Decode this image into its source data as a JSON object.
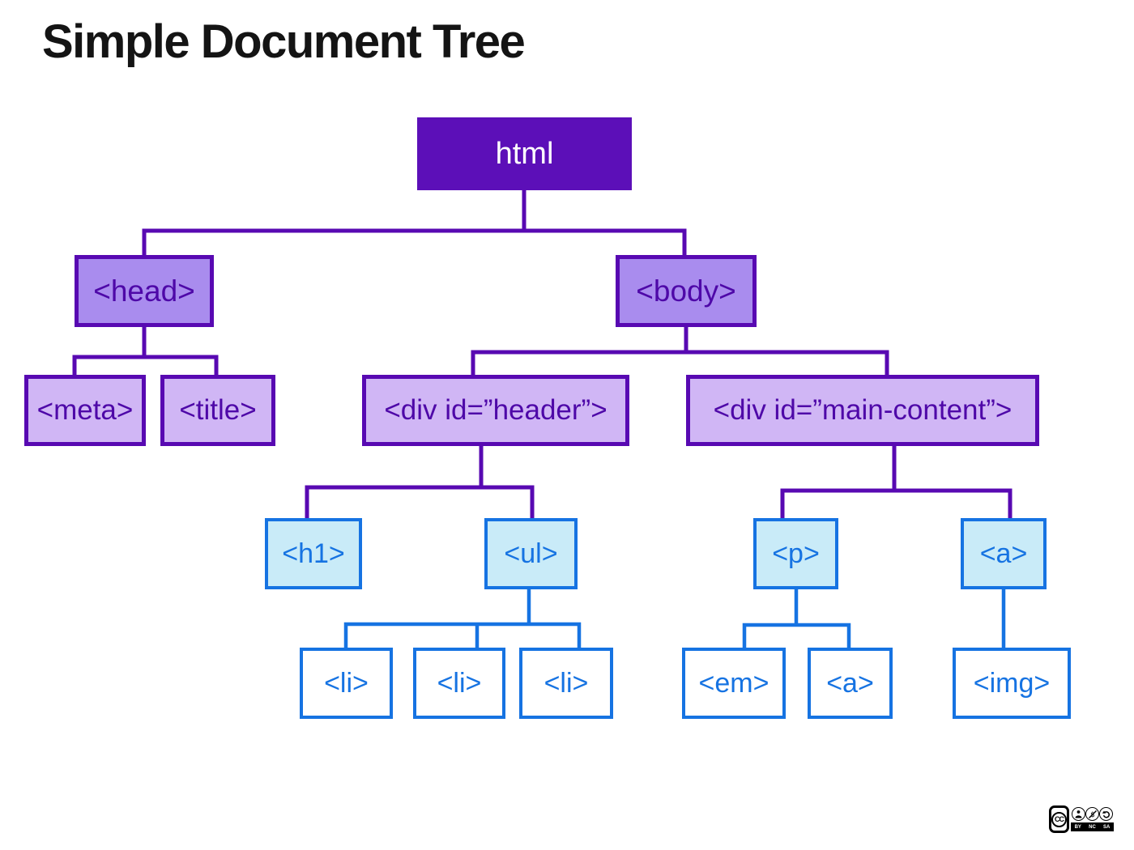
{
  "title": "Simple Document Tree",
  "palette": {
    "root_fill": "#5c0fb8",
    "purple_line": "#5809b2",
    "purple_text": "#4e08a8",
    "branch_fill": "#a98cee",
    "light_purple_fill": "#d0b6f5",
    "blue": "#1673e2",
    "light_blue_fill": "#c9ebf8",
    "white_fill": "#ffffff",
    "title_color": "#141414"
  },
  "nodes": {
    "html": {
      "label": "html"
    },
    "head": {
      "label": "<head>"
    },
    "body": {
      "label": "<body>"
    },
    "meta": {
      "label": "<meta>"
    },
    "title_tag": {
      "label": "<title>"
    },
    "div_header": {
      "label": "<div id=”header”>"
    },
    "div_main": {
      "label": "<div id=”main-content”>"
    },
    "h1": {
      "label": "<h1>"
    },
    "ul": {
      "label": "<ul>"
    },
    "p": {
      "label": "<p>"
    },
    "a": {
      "label": "<a>"
    },
    "li1": {
      "label": "<li>"
    },
    "li2": {
      "label": "<li>"
    },
    "li3": {
      "label": "<li>"
    },
    "em": {
      "label": "<em>"
    },
    "a2": {
      "label": "<a>"
    },
    "img": {
      "label": "<img>"
    }
  },
  "license_badge": {
    "logo": "CC",
    "labels": [
      "BY",
      "NC",
      "SA"
    ]
  }
}
